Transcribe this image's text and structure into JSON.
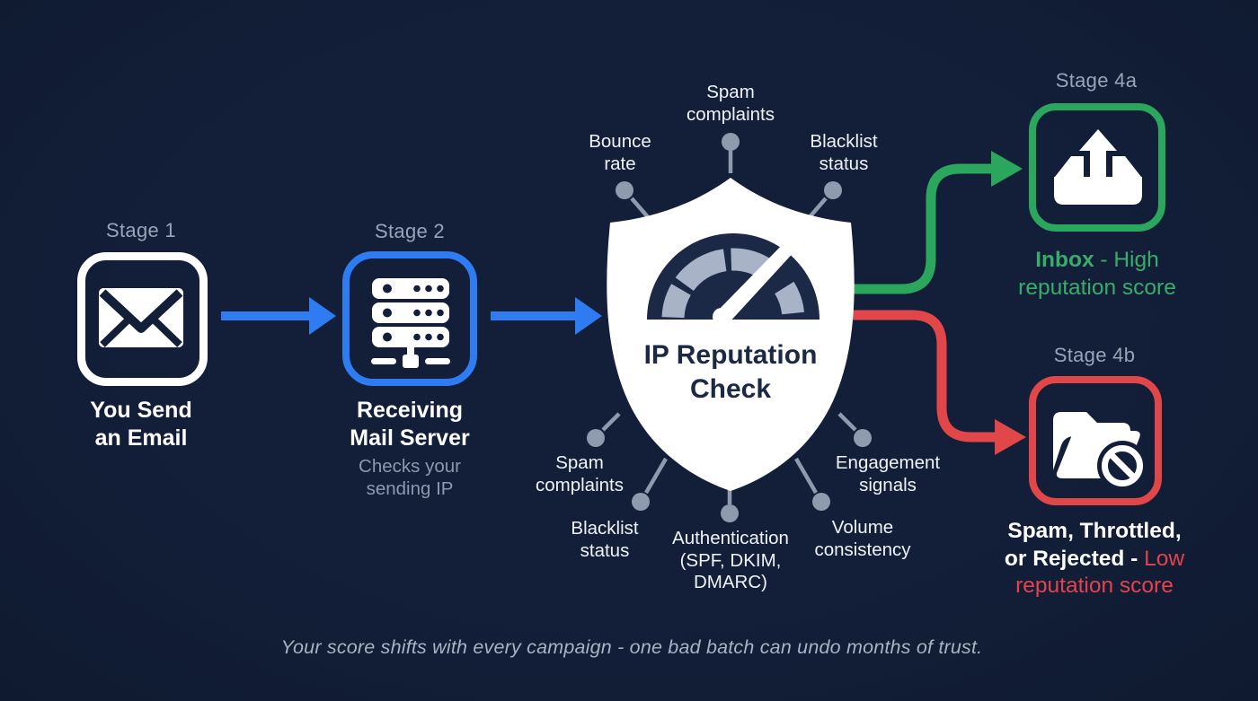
{
  "colors": {
    "bg": "#131F39",
    "bg-deep": "#0F1A30",
    "white": "#FFFFFF",
    "label-gray": "#98A4B8",
    "sub-gray": "#8C98AC",
    "text-light": "#EFF3F8",
    "blue": "#2E7BF2",
    "green": "#2BA65D",
    "green-text": "#37AD69",
    "red": "#E14748",
    "red-text": "#E4424F",
    "gauge-dark": "#1B2946",
    "gauge-band": "#A8B3C7",
    "pin": "#8E9AAE",
    "footer-gray": "#A9B3C3"
  },
  "stage1": {
    "label": "Stage 1",
    "icon": "envelope-icon",
    "title_line1": "You Send",
    "title_line2": "an Email"
  },
  "stage2": {
    "label": "Stage 2",
    "icon": "mail-server-icon",
    "title_line1": "Receiving",
    "title_line2": "Mail Server",
    "subtitle_line1": "Checks your",
    "subtitle_line2": "sending IP"
  },
  "shield": {
    "icon": "shield-gauge-icon",
    "title_line1": "IP Reputation",
    "title_line2": "Check"
  },
  "factors": {
    "top": [
      {
        "line1": "Bounce",
        "line2": "rate"
      },
      {
        "line1": "Spam",
        "line2": "complaints"
      },
      {
        "line1": "Blacklist",
        "line2": "status"
      }
    ],
    "bottom": [
      {
        "line1": "Spam",
        "line2": "complaints"
      },
      {
        "line1": "Blacklist",
        "line2": "status"
      },
      {
        "line1": "Authentication",
        "line2": "(SPF, DKIM,",
        "line3": "DMARC)"
      },
      {
        "line1": "Volume",
        "line2": "consistency"
      },
      {
        "line1": "Engagement",
        "line2": "signals"
      }
    ]
  },
  "stage4a": {
    "label": "Stage 4a",
    "icon": "inbox-up-icon",
    "caption_bold": "Inbox",
    "caption_rest": " - High",
    "caption_line2": "reputation score"
  },
  "stage4b": {
    "label": "Stage 4b",
    "icon": "folder-blocked-icon",
    "caption_line1": "Spam, Throttled,",
    "caption_line2_white": "or Rejected - ",
    "caption_line2_red": "Low",
    "caption_line3": "reputation score"
  },
  "footer": {
    "note": "Your score shifts with every campaign - one bad batch can undo months of trust."
  }
}
